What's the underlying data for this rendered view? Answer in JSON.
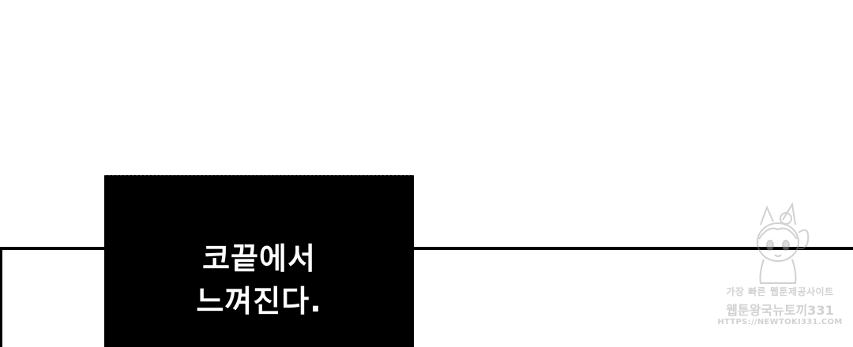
{
  "caption": {
    "line1": "코끝에서",
    "line2": "느껴진다."
  },
  "watermark": {
    "line1": "가장 빠른 웹툰제공사이트",
    "line2": "웹툰왕국뉴토끼331",
    "line3": "HTTPS://NEWTOKI331.COM",
    "figure_icon": "mascot-girl-icon"
  },
  "colors": {
    "background": "#ffffff",
    "ink": "#000000",
    "caption_text": "#ffffff",
    "watermark": "#9a9a9a"
  }
}
